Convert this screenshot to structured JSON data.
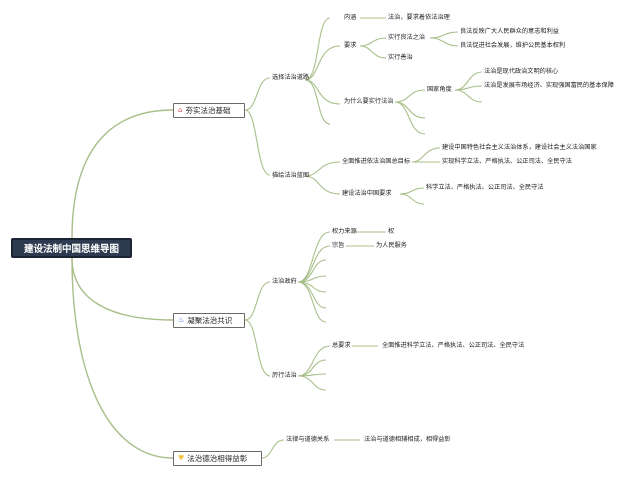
{
  "root": {
    "label": "建设法制中国思维导图"
  },
  "branches": {
    "b1": {
      "label": "夯实法治基础",
      "icon": "house-icon",
      "sub": {
        "choose": "选择法治道路",
        "content": "内涵",
        "content_val": "法治，要求着依法治理",
        "req": "要求",
        "good_law": "实行良法之治",
        "good_law_a": "良法反映广大人民群众的意志和利益",
        "good_law_b": "良法促进社会发展，维护公民基本权利",
        "good_gov": "实行善治",
        "why": "为什么要实行法治",
        "nation": "国家角度",
        "nation_a": "法治是现代政治文明的核心",
        "nation_b": "法治是发展市场经济、实现强国富民的基本保障",
        "blueprint": "描绘法治蓝图",
        "goal": "全面推进依法治国总目标",
        "goal_a": "建设中国特色社会主义法治体系，建设社会主义法治国家",
        "goal_b": "实现科学立法、严格执法、公正司法、全民守法",
        "requirement": "建设法治中国要求",
        "requirement_a": "科学立法、严格执法、公正司法、全民守法"
      }
    },
    "b2": {
      "label": "凝聚法治共识",
      "icon": "flame-icon",
      "sub": {
        "gov": "法治政府",
        "power": "权力来源",
        "power_val": "权",
        "purpose": "宗旨",
        "purpose_val": "为人民服务",
        "practice": "厉行法治",
        "overall": "总要求",
        "overall_val": "全面推进科学立法、严格执法、公正司法、全民守法"
      }
    },
    "b3": {
      "label": "法治德治相得益彰",
      "icon": "heart-icon",
      "sub": {
        "relation": "法律与道德关系",
        "relation_val": "法治与道德相辅相成，相得益彰"
      }
    }
  },
  "colors": {
    "edge": "#a8bf8a",
    "root_bg": "#2e3a4f"
  }
}
